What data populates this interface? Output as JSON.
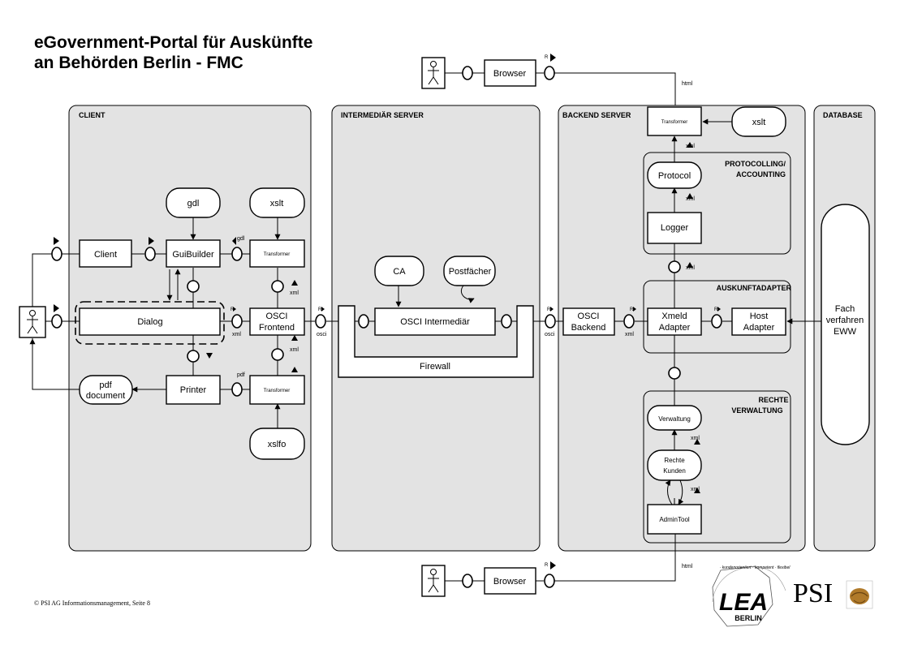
{
  "title": {
    "line1": "eGovernment-Portal für Auskünfte",
    "line2": "an Behörden Berlin - FMC"
  },
  "footer": "© PSI AG Informationsmanagement,  Seite 8",
  "zones": {
    "client": "CLIENT",
    "intermediary": "INTERMEDIÄR SERVER",
    "backend": "BACKEND SERVER",
    "database": "DATABASE",
    "protocolling_1": "PROTOCOLLING/",
    "protocolling_2": "ACCOUNTING",
    "auskunft": "AUSKUNFTADAPTER",
    "rechte_1": "RECHTE",
    "rechte_2": "VERWALTUNG"
  },
  "nodes": {
    "browser_top": "Browser",
    "browser_bottom": "Browser",
    "client": "Client",
    "guibuilder": "GuiBuilder",
    "transformer": "Transformer",
    "dialog": "Dialog",
    "osci_frontend_1": "OSCI",
    "osci_frontend_2": "Frontend",
    "printer": "Printer",
    "pdf_1": "pdf",
    "pdf_2": "document",
    "gdl": "gdl",
    "xslt": "xslt",
    "xslfo": "xslfo",
    "ca": "CA",
    "postfaecher": "Postfächer",
    "osci_intermediaer": "OSCI Intermediär",
    "firewall": "Firewall",
    "osci_backend_1": "OSCI",
    "osci_backend_2": "Backend",
    "protocol": "Protocol",
    "logger": "Logger",
    "xmeld_1": "Xmeld",
    "xmeld_2": "Adapter",
    "host_1": "Host",
    "host_2": "Adapter",
    "verwaltung": "Verwaltung",
    "rechte_kunden_1": "Rechte",
    "rechte_kunden_2": "Kunden",
    "admintool": "AdminTool",
    "fach_1": "Fach",
    "fach_2": "verfahren",
    "fach_3": "EWW"
  },
  "edge_labels": {
    "html": "html",
    "xml": "xml",
    "gdl": "gdl",
    "pdf": "pdf",
    "osci": "osci",
    "r": "R"
  },
  "logos": {
    "lea": "LEA",
    "berlin": "BERLIN",
    "ring": "· kundenorientiert · kompetent · flexibel",
    "psi": "PSI"
  }
}
